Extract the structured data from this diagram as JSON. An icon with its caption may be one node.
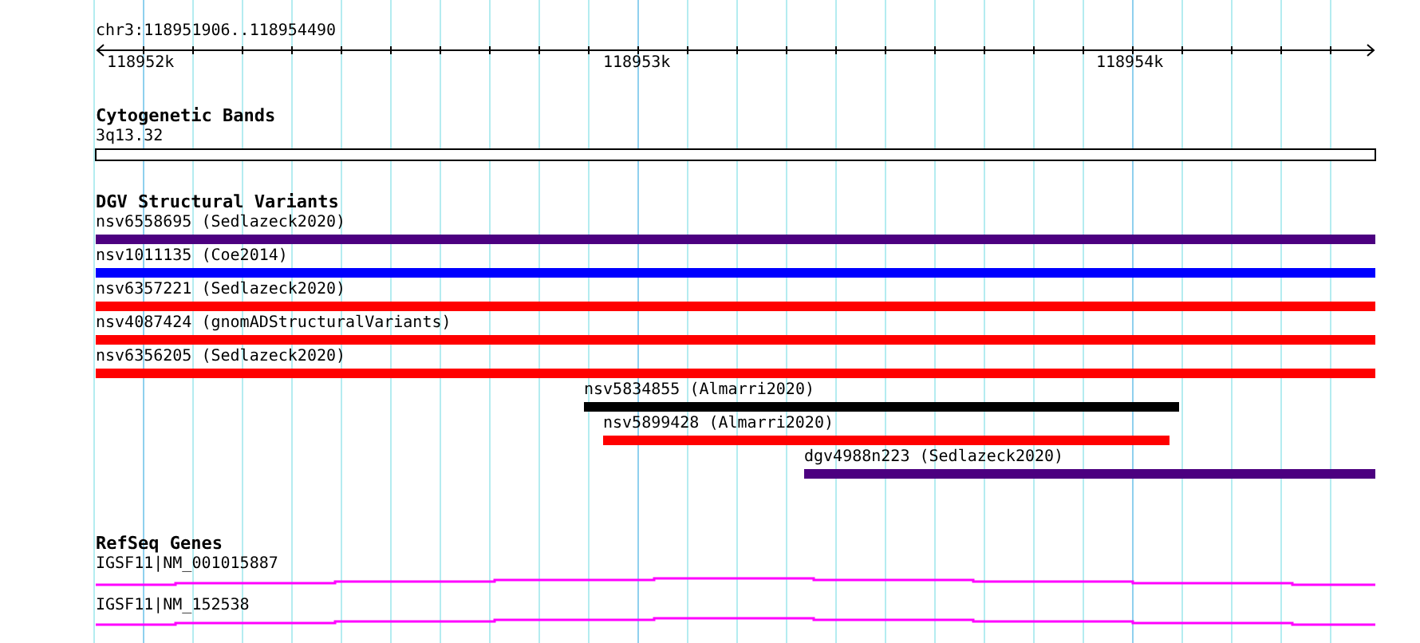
{
  "diagram": {
    "title": "chr3:118951906..118954490",
    "nodes": [
      {
        "text": [
          "3q13.32"
        ]
      },
      {
        "text": [
          "nsv6558695 (Sedlazeck2020)"
        ]
      },
      {
        "text": [
          "nsv1011135 (Coe2014)"
        ]
      },
      {
        "text": [
          "nsv6357221 (Sedlazeck2020)"
        ]
      },
      {
        "text": [
          "nsv4087424 (gnomADStructuralVariants)"
        ]
      },
      {
        "text": [
          "nsv6356205 (Sedlazeck2020)"
        ]
      },
      {
        "text": [
          "nsv5834855 (Almarri2020)"
        ]
      },
      {
        "text": [
          "nsv5899428 (Almarri2020)"
        ]
      },
      {
        "text": [
          "dgv4988n223 (Sedlazeck2020)"
        ]
      },
      {
        "text": [
          "IGSF11|NM_001015887"
        ]
      },
      {
        "text": [
          "IGSF11|NM_152538"
        ]
      }
    ],
    "labels": [
      "118952k",
      "118953k",
      "118954k",
      "Cytogenetic Bands",
      "DGV Structural Variants",
      "RefSeq Genes"
    ]
  }
}
